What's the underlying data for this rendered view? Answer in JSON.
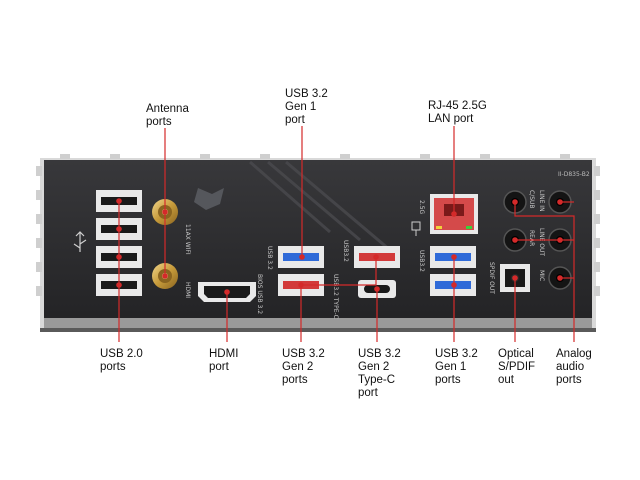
{
  "panel": {
    "model_code": "II-D835-B2",
    "port_labels": {
      "wifi": "11AX WIFI",
      "hdmi": "HDMI",
      "usb32_upper": "USB 3.2",
      "usb32_bios": "BIOS USB 3.2",
      "usb32_typec": "USB3.2 TYPE-C",
      "usb32_red": "USB3.2",
      "lan": "2.5G",
      "usb32_blue_right": "USB3.2",
      "spdif": "SPDIF OUT",
      "center_sub": "C/SUB",
      "rear": "REAR",
      "line_in": "LINE IN",
      "line_out": "LINE OUT",
      "mic": "MIC"
    },
    "colors": {
      "panel": "#2b2b2d",
      "callout_line": "#d42a2a",
      "usb_black": "#1a1a1a",
      "usb_blue": "#2f6ad8",
      "usb_red": "#d23a3a",
      "lan_red": "#d44a4a",
      "gold": "#c69a3a"
    }
  },
  "callouts": {
    "antenna": [
      "Antenna",
      "ports"
    ],
    "usb_gen1_top": [
      "USB 3.2",
      "Gen 1",
      "port"
    ],
    "lan": [
      "RJ-45 2.5G",
      "LAN port"
    ],
    "usb20": [
      "USB 2.0",
      "ports"
    ],
    "hdmi": [
      "HDMI",
      "port"
    ],
    "usb_gen2": [
      "USB 3.2",
      "Gen 2",
      "ports"
    ],
    "usb_typec": [
      "USB 3.2",
      "Gen 2",
      "Type-C",
      "port"
    ],
    "usb_gen1_bottom": [
      "USB 3.2",
      "Gen 1",
      "ports"
    ],
    "optical": [
      "Optical",
      "S/PDIF",
      "out"
    ],
    "analog": [
      "Analog",
      "audio",
      "ports"
    ]
  }
}
